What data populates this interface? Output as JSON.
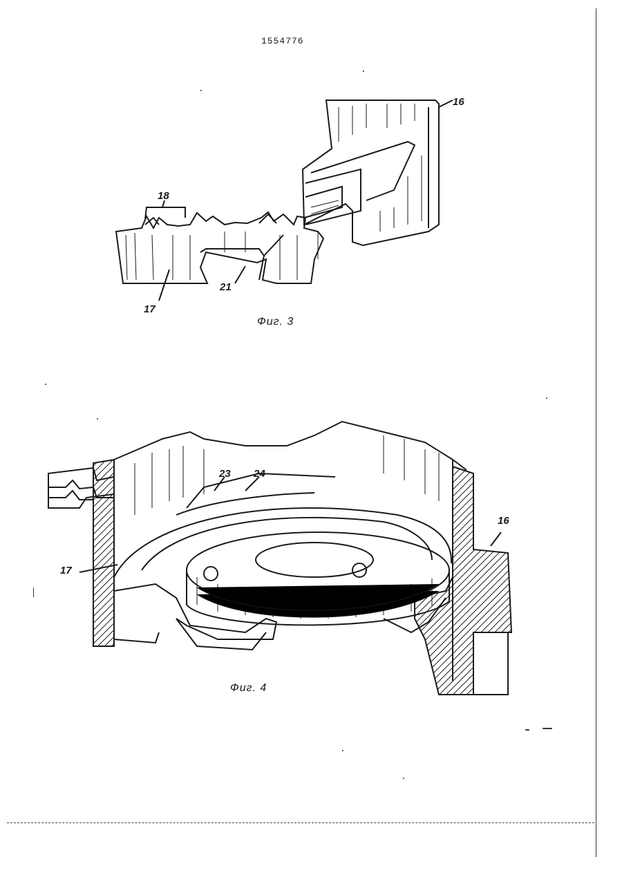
{
  "header": {
    "page_number": "1554776"
  },
  "figure3": {
    "caption": "Фиг. 3",
    "labels": {
      "l16": "16",
      "l17": "17",
      "l18": "18",
      "l21": "21"
    }
  },
  "figure4": {
    "caption": "Фиг. 4",
    "labels": {
      "l16": "16",
      "l17": "17",
      "l23": "23",
      "l24": "24"
    }
  }
}
